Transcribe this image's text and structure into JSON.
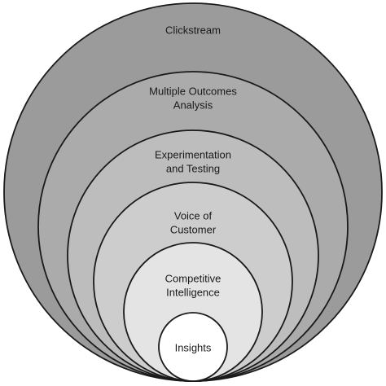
{
  "diagram": {
    "layers": [
      {
        "lines": [
          "Clickstream"
        ],
        "fill": "#9b9b9b"
      },
      {
        "lines": [
          "Multiple Outcomes",
          "Analysis"
        ],
        "fill": "#ababab"
      },
      {
        "lines": [
          "Experimentation",
          "and Testing"
        ],
        "fill": "#bdbdbd"
      },
      {
        "lines": [
          "Voice of",
          "Customer"
        ],
        "fill": "#cdcdcd"
      },
      {
        "lines": [
          "Competitive",
          "Intelligence"
        ],
        "fill": "#e4e4e4"
      },
      {
        "lines": [
          "Insights"
        ],
        "fill": "#ffffff"
      }
    ]
  }
}
